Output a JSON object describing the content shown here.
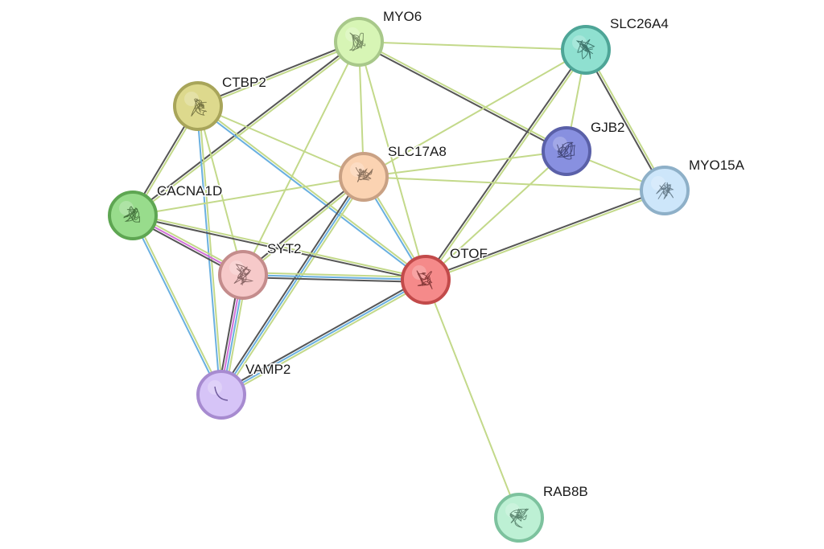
{
  "network": {
    "nodes": [
      {
        "id": "MYO6",
        "label": "MYO6",
        "fill": "#d7f5b5",
        "stroke": "#a8c88a",
        "icon": "protein-structure-icon"
      },
      {
        "id": "SLC26A4",
        "label": "SLC26A4",
        "fill": "#8fe0d0",
        "stroke": "#4ea597",
        "icon": "protein-structure-icon"
      },
      {
        "id": "CTBP2",
        "label": "CTBP2",
        "fill": "#ddd98d",
        "stroke": "#a8a55a",
        "icon": "protein-structure-icon"
      },
      {
        "id": "GJB2",
        "label": "GJB2",
        "fill": "#8890e0",
        "stroke": "#5a60a8",
        "icon": "protein-structure-icon"
      },
      {
        "id": "SLC17A8",
        "label": "SLC17A8",
        "fill": "#fbd3b2",
        "stroke": "#c9a184",
        "icon": "protein-structure-icon"
      },
      {
        "id": "MYO15A",
        "label": "MYO15A",
        "fill": "#cde6fa",
        "stroke": "#8eb0c8",
        "icon": "protein-structure-icon"
      },
      {
        "id": "CACNA1D",
        "label": "CACNA1D",
        "fill": "#98dc8c",
        "stroke": "#5ea652",
        "icon": "protein-structure-icon"
      },
      {
        "id": "SYT2",
        "label": "SYT2",
        "fill": "#f6c9c9",
        "stroke": "#c48c8c",
        "icon": "protein-structure-icon"
      },
      {
        "id": "OTOF",
        "label": "OTOF",
        "fill": "#f58a8a",
        "stroke": "#c24a4a",
        "icon": "protein-structure-icon"
      },
      {
        "id": "VAMP2",
        "label": "VAMP2",
        "fill": "#d6c4f7",
        "stroke": "#a78bd0",
        "icon": "protein-structure-icon"
      },
      {
        "id": "RAB8B",
        "label": "RAB8B",
        "fill": "#bdf0d4",
        "stroke": "#7dc29e",
        "icon": "protein-structure-icon"
      }
    ],
    "edge_colors": {
      "textmining": "#c3d98a",
      "coexpression": "#555555",
      "database": "#6ab0e0",
      "experiment": "#d070d8"
    },
    "edges": [
      {
        "source": "MYO6",
        "target": "CTBP2",
        "evidence": [
          "textmining",
          "coexpression"
        ]
      },
      {
        "source": "MYO6",
        "target": "CACNA1D",
        "evidence": [
          "textmining",
          "coexpression"
        ]
      },
      {
        "source": "MYO6",
        "target": "SLC26A4",
        "evidence": [
          "textmining"
        ]
      },
      {
        "source": "MYO6",
        "target": "GJB2",
        "evidence": [
          "textmining",
          "coexpression"
        ]
      },
      {
        "source": "MYO6",
        "target": "SLC17A8",
        "evidence": [
          "textmining"
        ]
      },
      {
        "source": "MYO6",
        "target": "SYT2",
        "evidence": [
          "textmining"
        ]
      },
      {
        "source": "MYO6",
        "target": "OTOF",
        "evidence": [
          "textmining"
        ]
      },
      {
        "source": "SLC26A4",
        "target": "GJB2",
        "evidence": [
          "textmining"
        ]
      },
      {
        "source": "SLC26A4",
        "target": "MYO15A",
        "evidence": [
          "textmining",
          "coexpression"
        ]
      },
      {
        "source": "SLC26A4",
        "target": "OTOF",
        "evidence": [
          "textmining",
          "coexpression"
        ]
      },
      {
        "source": "SLC26A4",
        "target": "SLC17A8",
        "evidence": [
          "textmining"
        ]
      },
      {
        "source": "GJB2",
        "target": "MYO15A",
        "evidence": [
          "textmining"
        ]
      },
      {
        "source": "GJB2",
        "target": "SLC17A8",
        "evidence": [
          "textmining"
        ]
      },
      {
        "source": "GJB2",
        "target": "OTOF",
        "evidence": [
          "textmining"
        ]
      },
      {
        "source": "CTBP2",
        "target": "CACNA1D",
        "evidence": [
          "textmining",
          "coexpression"
        ]
      },
      {
        "source": "CTBP2",
        "target": "SLC17A8",
        "evidence": [
          "textmining"
        ]
      },
      {
        "source": "CTBP2",
        "target": "SYT2",
        "evidence": [
          "textmining"
        ]
      },
      {
        "source": "CTBP2",
        "target": "OTOF",
        "evidence": [
          "textmining",
          "database"
        ]
      },
      {
        "source": "CTBP2",
        "target": "VAMP2",
        "evidence": [
          "textmining",
          "database"
        ]
      },
      {
        "source": "SLC17A8",
        "target": "MYO15A",
        "evidence": [
          "textmining"
        ]
      },
      {
        "source": "SLC17A8",
        "target": "CACNA1D",
        "evidence": [
          "textmining"
        ]
      },
      {
        "source": "SLC17A8",
        "target": "SYT2",
        "evidence": [
          "textmining",
          "coexpression"
        ]
      },
      {
        "source": "SLC17A8",
        "target": "OTOF",
        "evidence": [
          "textmining",
          "database"
        ]
      },
      {
        "source": "SLC17A8",
        "target": "VAMP2",
        "evidence": [
          "textmining",
          "database",
          "coexpression"
        ]
      },
      {
        "source": "MYO15A",
        "target": "OTOF",
        "evidence": [
          "textmining",
          "coexpression"
        ]
      },
      {
        "source": "CACNA1D",
        "target": "SYT2",
        "evidence": [
          "textmining",
          "experiment",
          "coexpression"
        ]
      },
      {
        "source": "CACNA1D",
        "target": "OTOF",
        "evidence": [
          "textmining",
          "coexpression"
        ]
      },
      {
        "source": "CACNA1D",
        "target": "VAMP2",
        "evidence": [
          "textmining",
          "database"
        ]
      },
      {
        "source": "SYT2",
        "target": "OTOF",
        "evidence": [
          "textmining",
          "database",
          "coexpression"
        ]
      },
      {
        "source": "SYT2",
        "target": "VAMP2",
        "evidence": [
          "textmining",
          "database",
          "experiment",
          "coexpression"
        ]
      },
      {
        "source": "OTOF",
        "target": "VAMP2",
        "evidence": [
          "textmining",
          "database",
          "coexpression"
        ]
      },
      {
        "source": "OTOF",
        "target": "RAB8B",
        "evidence": [
          "textmining"
        ]
      }
    ]
  }
}
